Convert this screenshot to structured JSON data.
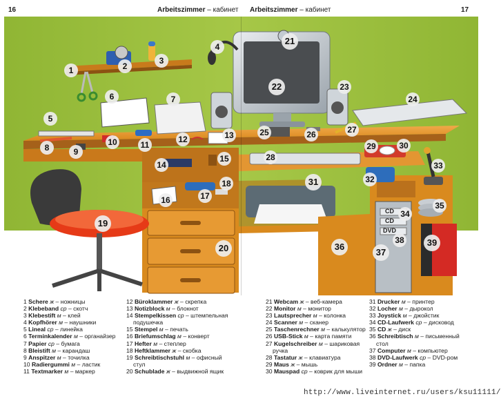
{
  "header": {
    "left_page_number": "16",
    "left_title_de": "Arbeitszimmer",
    "left_title_ru": "кабинет",
    "right_title_de": "Arbeitszimmer",
    "right_title_ru": "кабинет",
    "right_page_number": "17",
    "separator": "–"
  },
  "scene_labels": {
    "cd1": "CD",
    "cd2": "CD",
    "dvd": "DVD"
  },
  "markers": [
    "1",
    "2",
    "3",
    "4",
    "5",
    "6",
    "7",
    "8",
    "9",
    "10",
    "11",
    "12",
    "13",
    "14",
    "15",
    "16",
    "17",
    "18",
    "19",
    "20",
    "21",
    "22",
    "23",
    "24",
    "25",
    "26",
    "27",
    "28",
    "29",
    "30",
    "31",
    "32",
    "33",
    "34",
    "35",
    "36",
    "37",
    "38",
    "39"
  ],
  "vocabulary": {
    "col1": [
      {
        "n": "1",
        "de": "Schere",
        "g": "ж",
        "ru": "ножницы"
      },
      {
        "n": "2",
        "de": "Klebeband",
        "g": "ср",
        "ru": "скотч"
      },
      {
        "n": "3",
        "de": "Klebestift",
        "g": "м",
        "ru": "клей"
      },
      {
        "n": "4",
        "de": "Kopfhörer",
        "g": "м",
        "ru": "наушники"
      },
      {
        "n": "5",
        "de": "Lineal",
        "g": "ср",
        "ru": "линейка"
      },
      {
        "n": "6",
        "de": "Terminkalender",
        "g": "м",
        "ru": "органайзер"
      },
      {
        "n": "7",
        "de": "Papier",
        "g": "ср",
        "ru": "бумага"
      },
      {
        "n": "8",
        "de": "Bleistift",
        "g": "м",
        "ru": "карандаш"
      },
      {
        "n": "9",
        "de": "Anspitzer",
        "g": "м",
        "ru": "точилка"
      },
      {
        "n": "10",
        "de": "Radiergummi",
        "g": "м",
        "ru": "ластик"
      },
      {
        "n": "11",
        "de": "Textmarker",
        "g": "м",
        "ru": "маркер"
      }
    ],
    "col2": [
      {
        "n": "12",
        "de": "Büroklammer",
        "g": "ж",
        "ru": "скрепка"
      },
      {
        "n": "13",
        "de": "Notizblock",
        "g": "м",
        "ru": "блокнот"
      },
      {
        "n": "14",
        "de": "Stempelkissen",
        "g": "ср",
        "ru": "штемпельная",
        "ru2": "подушечка"
      },
      {
        "n": "15",
        "de": "Stempel",
        "g": "м",
        "ru": "печать"
      },
      {
        "n": "16",
        "de": "Briefumschlag",
        "g": "м",
        "ru": "конверт"
      },
      {
        "n": "17",
        "de": "Hefter",
        "g": "м",
        "ru": "степлер"
      },
      {
        "n": "18",
        "de": "Heftklammer",
        "g": "ж",
        "ru": "скобка"
      },
      {
        "n": "19",
        "de": "Schreibtischstuhl",
        "g": "м",
        "ru": "офисный",
        "ru2": "стул"
      },
      {
        "n": "20",
        "de": "Schublade",
        "g": "ж",
        "ru": "выдвижной ящик"
      }
    ],
    "col3": [
      {
        "n": "21",
        "de": "Webcam",
        "g": "ж",
        "ru": "веб-камера"
      },
      {
        "n": "22",
        "de": "Monitor",
        "g": "м",
        "ru": "монитор"
      },
      {
        "n": "23",
        "de": "Lautsprecher",
        "g": "м",
        "ru": "колонка"
      },
      {
        "n": "24",
        "de": "Scanner",
        "g": "м",
        "ru": "сканер"
      },
      {
        "n": "25",
        "de": "Taschenrechner",
        "g": "м",
        "ru": "калькулятор"
      },
      {
        "n": "26",
        "de": "USB-Stick",
        "g": "м",
        "ru": "карта памяти"
      },
      {
        "n": "27",
        "de": "Kugelschreiber",
        "g": "м",
        "ru": "шариковая",
        "ru2": "ручка"
      },
      {
        "n": "28",
        "de": "Tastatur",
        "g": "ж",
        "ru": "клавиатура"
      },
      {
        "n": "29",
        "de": "Maus",
        "g": "ж",
        "ru": "мышь"
      },
      {
        "n": "30",
        "de": "Mauspad",
        "g": "ср",
        "ru": "коврик для мыши"
      }
    ],
    "col4": [
      {
        "n": "31",
        "de": "Drucker",
        "g": "м",
        "ru": "принтер"
      },
      {
        "n": "32",
        "de": "Locher",
        "g": "м",
        "ru": "дырокол"
      },
      {
        "n": "33",
        "de": "Joystick",
        "g": "м",
        "ru": "джойстик"
      },
      {
        "n": "34",
        "de": "CD-Laufwerk",
        "g": "ср",
        "ru": "дисковод"
      },
      {
        "n": "35",
        "de": "CD",
        "g": "ж",
        "ru": "диск"
      },
      {
        "n": "36",
        "de": "Schreibtisch",
        "g": "м",
        "ru": "письменный",
        "ru2": "стол"
      },
      {
        "n": "37",
        "de": "Computer",
        "g": "м",
        "ru": "компьютер"
      },
      {
        "n": "38",
        "de": "DVD-Laufwerk",
        "g": "ср",
        "ru": "DVD-ром"
      },
      {
        "n": "39",
        "de": "Ordner",
        "g": "м",
        "ru": "папка"
      }
    ]
  },
  "footer": {
    "url": "http://www.liveinternet.ru/users/ksu11111/"
  },
  "colors": {
    "wall": "#9bbf3c",
    "floor": "#ffffff",
    "desk": "#d98a1e",
    "desk_dark": "#a5611a",
    "chair": "#e63a17",
    "marker": "#eeeeee"
  }
}
